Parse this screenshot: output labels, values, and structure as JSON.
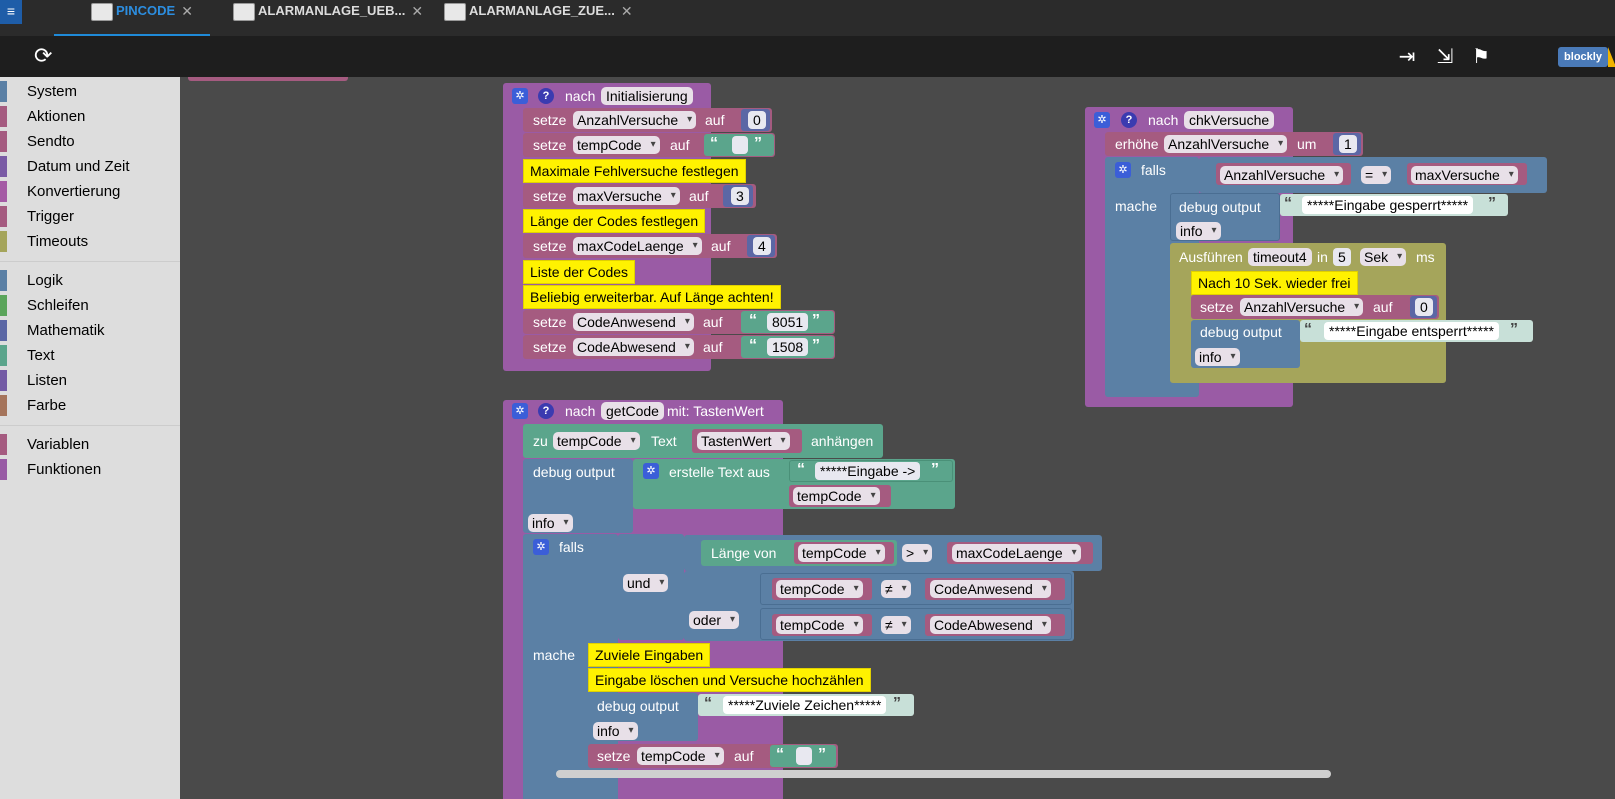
{
  "tabs": [
    {
      "label": "PINCODE",
      "active": true
    },
    {
      "label": "ALARMANLAGE_UEB...",
      "active": false
    },
    {
      "label": "ALARMANLAGE_ZUE...",
      "active": false
    }
  ],
  "toolbar": {
    "badge": "blockly"
  },
  "sidebar": {
    "groups": [
      [
        {
          "label": "System",
          "color": "#5b80a5"
        },
        {
          "label": "Aktionen",
          "color": "#a55b80"
        },
        {
          "label": "Sendto",
          "color": "#a55b80"
        },
        {
          "label": "Datum und Zeit",
          "color": "#7a5ba5"
        },
        {
          "label": "Konvertierung",
          "color": "#a55ba5"
        },
        {
          "label": "Trigger",
          "color": "#a55b80"
        },
        {
          "label": "Timeouts",
          "color": "#a5a55b"
        }
      ],
      [
        {
          "label": "Logik",
          "color": "#5b80a5"
        },
        {
          "label": "Schleifen",
          "color": "#5ba55b"
        },
        {
          "label": "Mathematik",
          "color": "#5b67a5"
        },
        {
          "label": "Text",
          "color": "#5ba58c"
        },
        {
          "label": "Listen",
          "color": "#745ba5"
        },
        {
          "label": "Farbe",
          "color": "#a5745b"
        }
      ],
      [
        {
          "label": "Variablen",
          "color": "#a55b80"
        },
        {
          "label": "Funktionen",
          "color": "#995ba5"
        }
      ]
    ]
  },
  "workspace": {
    "init": {
      "nach": "nach",
      "event": "Initialisierung",
      "setze": "setze",
      "auf": "auf",
      "rows": [
        {
          "var": "AnzahlVersuche",
          "value": "0"
        },
        {
          "var": "tempCode",
          "value": ""
        },
        {
          "var": "maxVersuche",
          "value": "3"
        },
        {
          "var": "maxCodeLaenge",
          "value": "4"
        },
        {
          "var": "CodeAnwesend",
          "value": "8051"
        },
        {
          "var": "CodeAbwesend",
          "value": "1508"
        }
      ],
      "comments": [
        "Maximale Fehlversuche festlegen",
        "Länge der Codes festlegen",
        "Liste der Codes",
        "Beliebig erweiterbar. Auf Länge achten!"
      ]
    },
    "chk": {
      "nach": "nach",
      "event": "chkVersuche",
      "erhoehe": "erhöhe",
      "var": "AnzahlVersuche",
      "um": "um",
      "inc": "1",
      "falls": "falls",
      "mache": "mache",
      "cond_left": "AnzahlVersuche",
      "cond_op": "=",
      "cond_right": "maxVersuche",
      "debug": "debug output",
      "msg1": "*****Eingabe gesperrt*****",
      "info": "info",
      "ausfuehren": "Ausführen",
      "timeout": "timeout4",
      "in": "in",
      "delay": "5",
      "unit": "Sek",
      "ms": "ms",
      "comment": "Nach 10 Sek. wieder frei",
      "setze": "setze",
      "auf": "auf",
      "reset": "0",
      "msg2": "*****Eingabe entsperrt*****"
    },
    "get": {
      "nach": "nach",
      "event": "getCode",
      "mit": "mit: TastenWert",
      "zu": "zu",
      "var": "tempCode",
      "text": "Text",
      "textvar": "TastenWert",
      "anhaengen": "anhängen",
      "debug": "debug output",
      "erstelle": "erstelle Text aus",
      "msg": "*****Eingabe ->",
      "info": "info",
      "falls": "falls",
      "und": "und",
      "oder": "oder",
      "laenge": "Länge von",
      "gt": ">",
      "neq": "≠",
      "maxlen": "maxCodeLaenge",
      "anw": "CodeAnwesend",
      "abw": "CodeAbwesend",
      "mache": "mache",
      "c1": "Zuviele Eingaben",
      "c2": "Eingabe löschen und Versuche hochzählen",
      "msg2": "*****Zuviele Zeichen*****",
      "setze": "setze",
      "auf": "auf"
    }
  }
}
